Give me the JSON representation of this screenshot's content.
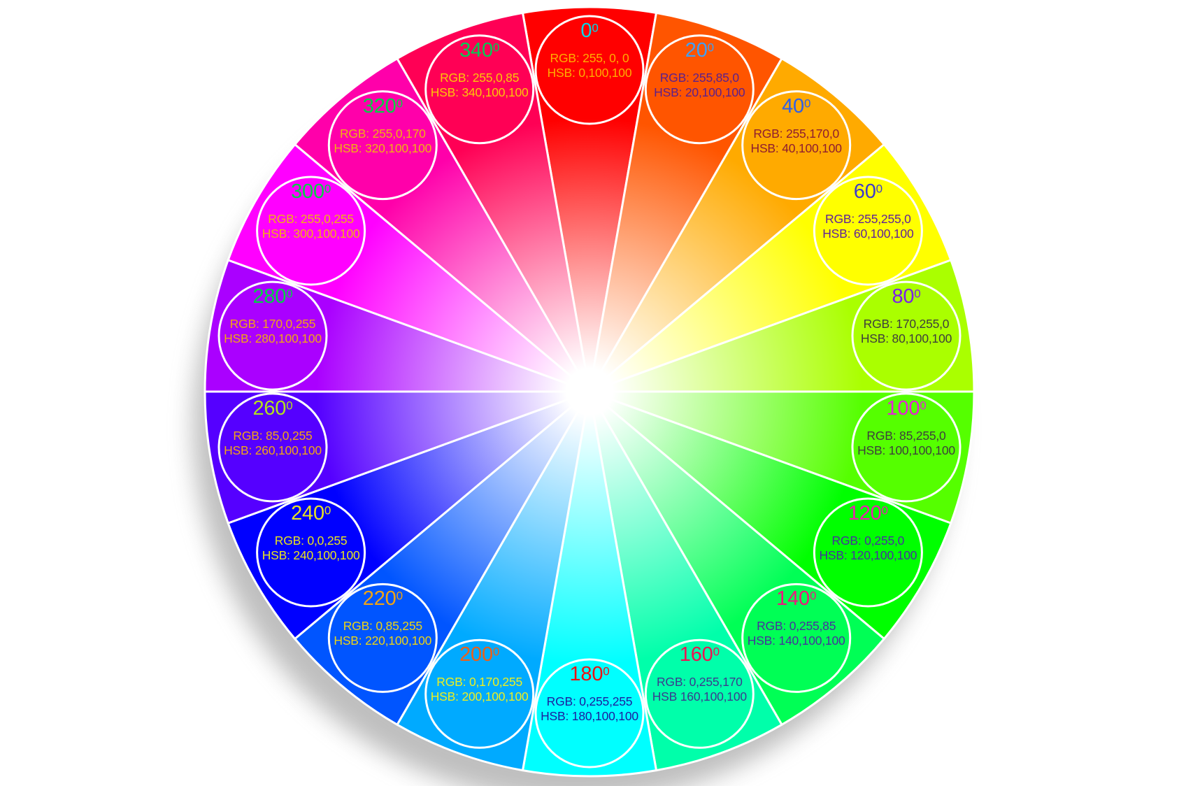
{
  "figure": {
    "type": "color-wheel",
    "background": "#ffffff",
    "divider_color": "#ffffff",
    "shadow_color": "#8a8a8a",
    "segments": [
      {
        "degree": "0",
        "degree_superscript": "0",
        "rgb_label": "RGB: 255, 0, 0",
        "hsb_label": "HSB: 0,100,100",
        "wedge_color": "#FF0000",
        "degree_label_color": "#00D9E8",
        "value_text_color": "#FFAD00"
      },
      {
        "degree": "20",
        "degree_superscript": "0",
        "rgb_label": "RGB: 255,85,0",
        "hsb_label": "HSB: 20,100,100",
        "wedge_color": "#FF5500",
        "degree_label_color": "#3FA0F5",
        "value_text_color": "#5A1F8E"
      },
      {
        "degree": "40",
        "degree_superscript": "0",
        "rgb_label": "RGB: 255,170,0",
        "hsb_label": "HSB: 40,100,100",
        "wedge_color": "#FFAA00",
        "degree_label_color": "#2E5FE8",
        "value_text_color": "#8E1C30"
      },
      {
        "degree": "60",
        "degree_superscript": "0",
        "rgb_label": "RGB: 255,255,0",
        "hsb_label": "HSB: 60,100,100",
        "wedge_color": "#FFFF00",
        "degree_label_color": "#3C3ACE",
        "value_text_color": "#5E1F9A"
      },
      {
        "degree": "80",
        "degree_superscript": "0",
        "rgb_label": "RGB: 170,255,0",
        "hsb_label": "HSB: 80,100,100",
        "wedge_color": "#AAFF00",
        "degree_label_color": "#7B1FE8",
        "value_text_color": "#3D3D3D"
      },
      {
        "degree": "100",
        "degree_superscript": "0",
        "rgb_label": "RGB: 85,255,0",
        "hsb_label": "HSB: 100,100,100",
        "wedge_color": "#55FF00",
        "degree_label_color": "#E81FD8",
        "value_text_color": "#3D3D3D"
      },
      {
        "degree": "120",
        "degree_superscript": "0",
        "rgb_label": "RGB: 0,255,0",
        "hsb_label": "HSB: 120,100,100",
        "wedge_color": "#00FF00",
        "degree_label_color": "#EE1CB0",
        "value_text_color": "#46309E"
      },
      {
        "degree": "140",
        "degree_superscript": "0",
        "rgb_label": "RGB: 0,255,85",
        "hsb_label": "HSB: 140,100,100",
        "wedge_color": "#00FF55",
        "degree_label_color": "#F2137E",
        "value_text_color": "#46309E"
      },
      {
        "degree": "160",
        "degree_superscript": "0",
        "rgb_label": "RGB: 0,255,170",
        "hsb_label": "HSB 160,100,100",
        "wedge_color": "#00FFAA",
        "degree_label_color": "#F01150",
        "value_text_color": "#3A3A8E"
      },
      {
        "degree": "180",
        "degree_superscript": "0",
        "rgb_label": "RGB: 0,255,255",
        "hsb_label": "HSB: 180,100,100",
        "wedge_color": "#00FFFF",
        "degree_label_color": "#EE1111",
        "value_text_color": "#1C1C9E"
      },
      {
        "degree": "200",
        "degree_superscript": "0",
        "rgb_label": "RGB: 0,170,255",
        "hsb_label": "HSB: 200,100,100",
        "wedge_color": "#00AAFF",
        "degree_label_color": "#ED5F17",
        "value_text_color": "#EEF01E"
      },
      {
        "degree": "220",
        "degree_superscript": "0",
        "rgb_label": "RGB: 0,85,255",
        "hsb_label": "HSB: 220,100,100",
        "wedge_color": "#0055FF",
        "degree_label_color": "#F0A414",
        "value_text_color": "#ECD414"
      },
      {
        "degree": "240",
        "degree_superscript": "0",
        "rgb_label": "RGB: 0,0,255",
        "hsb_label": "HSB: 240,100,100",
        "wedge_color": "#0000FF",
        "degree_label_color": "#E8E222",
        "value_text_color": "#E8E41E"
      },
      {
        "degree": "260",
        "degree_superscript": "0",
        "rgb_label": "RGB: 85,0,255",
        "hsb_label": "HSB: 260,100,100",
        "wedge_color": "#5500FF",
        "degree_label_color": "#B4E01E",
        "value_text_color": "#F2A414"
      },
      {
        "degree": "280",
        "degree_superscript": "0",
        "rgb_label": "RGB: 170,0,255",
        "hsb_label": "HSB: 280,100,100",
        "wedge_color": "#AA00FF",
        "degree_label_color": "#00D244",
        "value_text_color": "#F2A414"
      },
      {
        "degree": "300",
        "degree_superscript": "0",
        "rgb_label": "RGB: 255,0,255",
        "hsb_label": "HSB: 300,100,100",
        "wedge_color": "#FF00FF",
        "degree_label_color": "#00D244",
        "value_text_color": "#F2B013"
      },
      {
        "degree": "320",
        "degree_superscript": "0",
        "rgb_label": "RGB: 255,0,170",
        "hsb_label": "HSB: 320,100,100",
        "wedge_color": "#FF00AA",
        "degree_label_color": "#00D244",
        "value_text_color": "#F2B013"
      },
      {
        "degree": "340",
        "degree_superscript": "0",
        "rgb_label": "RGB: 255,0,85",
        "hsb_label": "HSB: 340,100,100",
        "wedge_color": "#FF0055",
        "degree_label_color": "#00CC55",
        "value_text_color": "#FDC608"
      }
    ]
  }
}
